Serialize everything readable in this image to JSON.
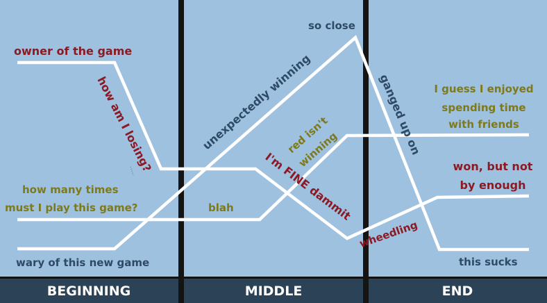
{
  "colors": {
    "panel": "#9ec1df",
    "divider": "#141414",
    "footer": "#2c4257",
    "line": "#ffffff",
    "red": "#8b1a24",
    "olive": "#7e7a1b",
    "navy": "#2e4a66"
  },
  "sections": [
    "BEGINNING",
    "MIDDLE",
    "END"
  ],
  "labels": {
    "owner": "owner of the game",
    "losing": "how am I losing?",
    "how_many_1": "how many times",
    "how_many_2": "must I play this game?",
    "wary": "wary of this new game",
    "unexpectedly": "unexpectedly winning",
    "blah": "blah",
    "red_1": "red isn't",
    "red_2": "winning",
    "fine": "I'm FINE dammit",
    "so_close": "so close",
    "ganged": "ganged up on",
    "enjoyed_1": "I guess I enjoyed",
    "enjoyed_2": "spending time",
    "enjoyed_3": "with friends",
    "won_1": "won, but not",
    "won_2": "by enough",
    "wheedling": "wheedling",
    "sucks": "this sucks"
  }
}
